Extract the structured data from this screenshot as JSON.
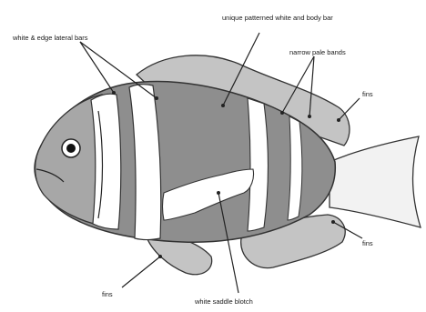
{
  "labels": {
    "white_edge_lateral_bars": "white & edge lateral bars",
    "unique_pattern": "unique patterned white and body bar",
    "narrow_stripes": "narrow pale bands",
    "fins_top": "fins",
    "fins_side": "fins",
    "pelvic": "fins",
    "white_blotch": "white saddle blotch"
  }
}
